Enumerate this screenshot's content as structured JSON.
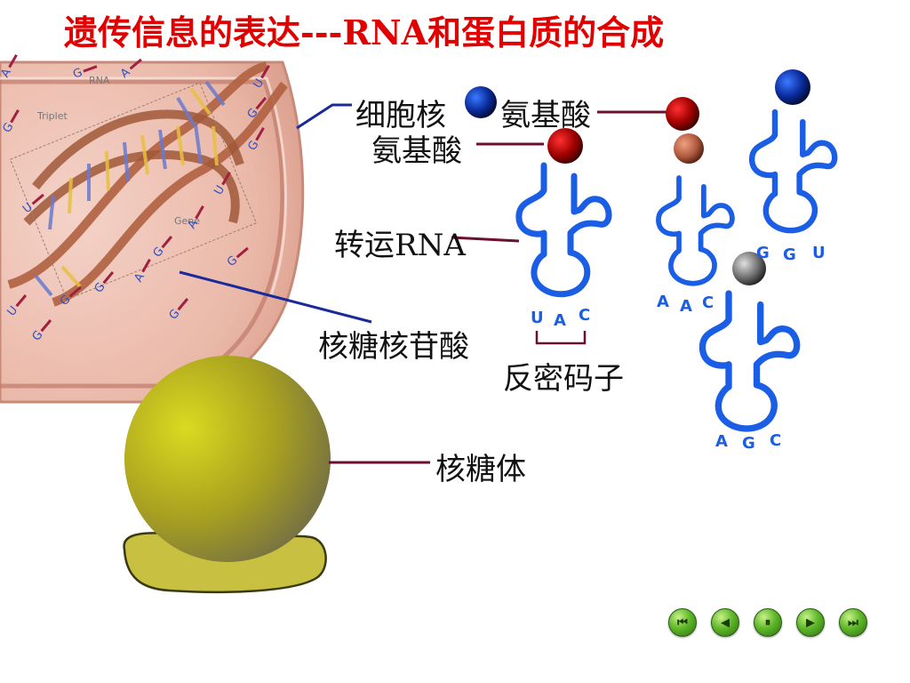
{
  "title": "遗传信息的表达---RNA和蛋白质的合成",
  "labels": {
    "nucleus": "细胞核",
    "amino_acid_1": "氨基酸",
    "amino_acid_2": "氨基酸",
    "trna": "转运RNA",
    "ribonucleotide": "核糖核苷酸",
    "anticodon": "反密码子",
    "ribosome": "核糖体"
  },
  "cell_inner_labels": {
    "rna": "RNA",
    "triplet": "Triplet",
    "gene": "Gene"
  },
  "trnas": [
    {
      "anticodon": [
        "U",
        "A",
        "C"
      ]
    },
    {
      "anticodon": [
        "A",
        "A",
        "C"
      ]
    },
    {
      "anticodon": [
        "G",
        "G",
        "U"
      ]
    },
    {
      "anticodon": [
        "A",
        "G",
        "C"
      ]
    }
  ],
  "nucleotide_letters": [
    "A",
    "G",
    "A",
    "G",
    "U",
    "G",
    "U",
    "A",
    "G",
    "A",
    "G",
    "G",
    "U",
    "G",
    "G",
    "U",
    "G",
    "G"
  ],
  "nav_buttons": [
    {
      "name": "first-slide-button",
      "symbol": "⏮"
    },
    {
      "name": "prev-slide-button",
      "symbol": "◀"
    },
    {
      "name": "pause-button",
      "symbol": "⏸"
    },
    {
      "name": "next-slide-button",
      "symbol": "▶"
    },
    {
      "name": "last-slide-button",
      "symbol": "⏭"
    }
  ],
  "colors": {
    "title": "#e00000",
    "trna": "#1a5ee6",
    "leader_line": "#6b1030",
    "ribosome": "#b8b020",
    "amino_dark_red": "#8a0000",
    "amino_blue": "#0a2a7a",
    "amino_gray": "#606060",
    "amino_brown": "#b05a40"
  }
}
